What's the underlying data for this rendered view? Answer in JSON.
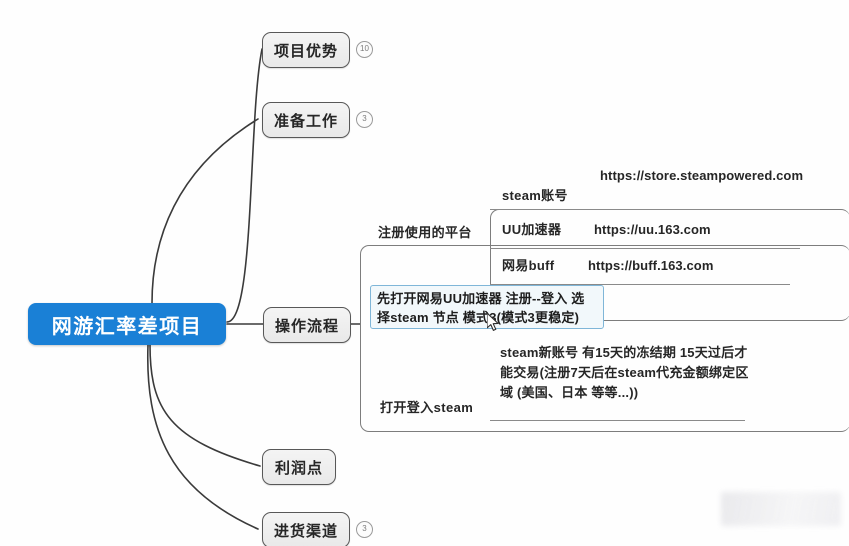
{
  "root": {
    "label": "网游汇率差项目",
    "color": "#1A80D6"
  },
  "branches": [
    {
      "label": "项目优势",
      "badge": "10"
    },
    {
      "label": "准备工作",
      "badge": "3"
    },
    {
      "label": "操作流程",
      "badge": ""
    },
    {
      "label": "利润点",
      "badge": ""
    },
    {
      "label": "进货渠道",
      "badge": "3"
    }
  ],
  "sub_topics": {
    "platforms_label": "注册使用的平台",
    "login_label": "打开登入steam"
  },
  "platform_table": {
    "rows": [
      {
        "name": "steam账号",
        "url": "https://store.steampowered.com"
      },
      {
        "name": "UU加速器",
        "url": "https://uu.163.com"
      },
      {
        "name": "网易buff",
        "url": "https://buff.163.com"
      }
    ]
  },
  "notes": {
    "selected": {
      "line1": "先打开网易UU加速器 注册--登入 选",
      "line2": "择steam 节点 模式3(模式3更稳定)",
      "border_color": "#7fb6d8",
      "fill_color": "#f2f8fb"
    },
    "steam_account": "steam新账号 有15天的冻结期 15天过后才能交易(注册7天后在steam代充金额绑定区域 (美国、日本 等等...))"
  }
}
